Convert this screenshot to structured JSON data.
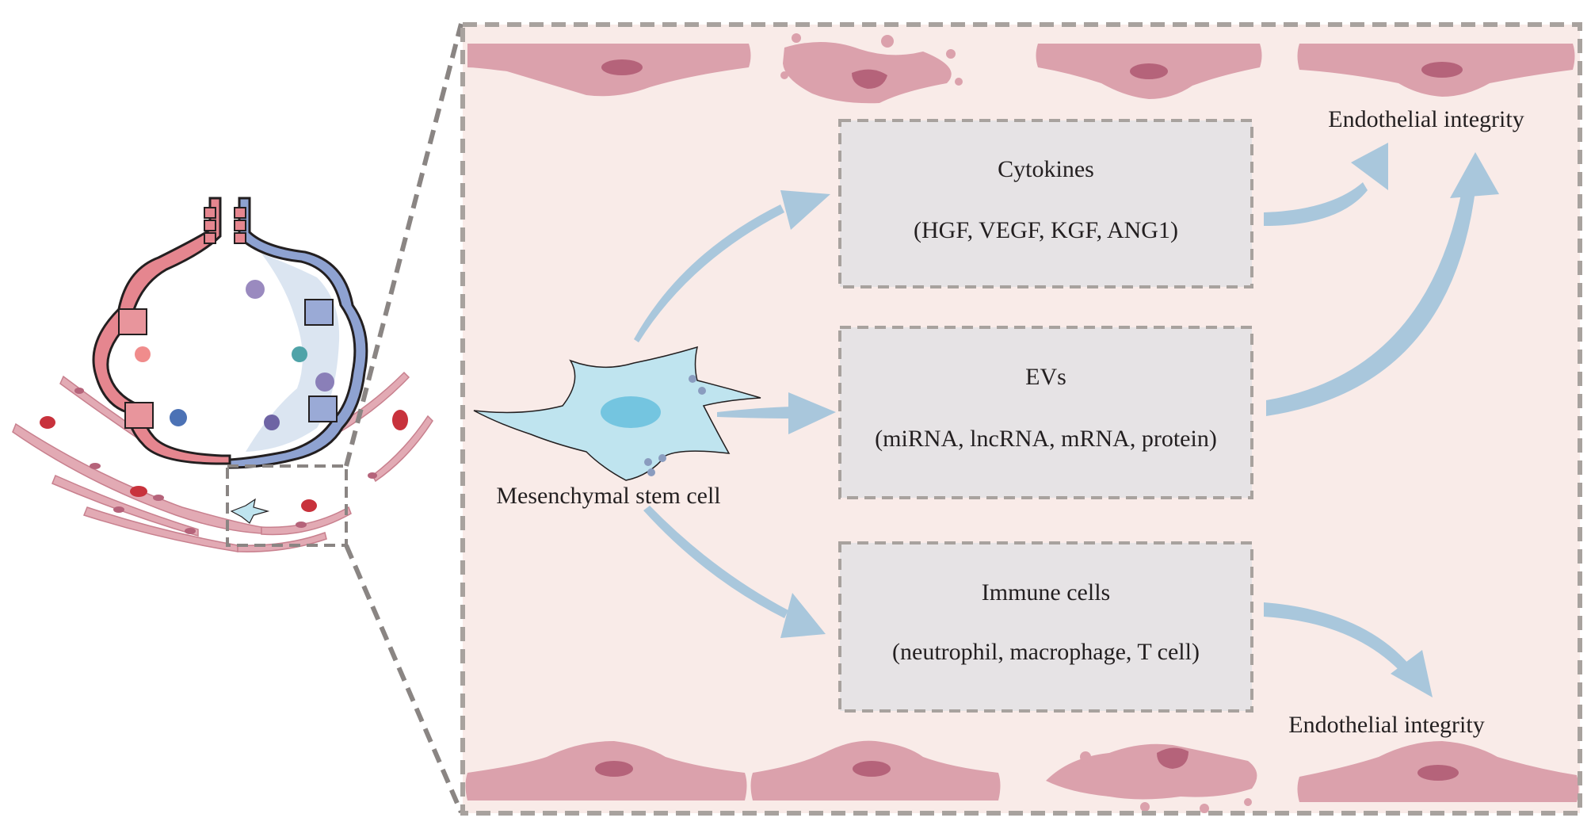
{
  "boxes": [
    {
      "title": "Cytokines",
      "subtitle": "(HGF, VEGF, KGF,  ANG1)"
    },
    {
      "title": "EVs",
      "subtitle": "(miRNA, lncRNA, mRNA, protein)"
    },
    {
      "title": "Immune cells",
      "subtitle": "(neutrophil, macrophage, T cell)"
    }
  ],
  "labels": {
    "msc": "Mesenchymal stem cell",
    "integrity_top": "Endothelial integrity",
    "integrity_bottom": "Endothelial integrity"
  },
  "colors": {
    "panel_bg": "#f9ebe8",
    "panel_border": "#a8a29e",
    "box_bg": "#e6e3e5",
    "box_border": "#a8a29e",
    "arrow": "#a9c7dc",
    "endothelial_cell": "#dba1ac",
    "endothelial_nucleus": "#b5637a",
    "msc_body": "#bfe4ef",
    "msc_nucleus": "#74c5e0",
    "epithelium_red": "#e5868f",
    "epithelium_blue": "#8ea2d1",
    "rbc": "#c8323c"
  }
}
